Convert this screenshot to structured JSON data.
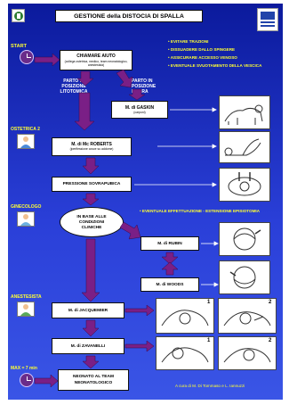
{
  "title": "GESTIONE della DISTOCIA DI SPALLA",
  "start_label": "START",
  "chiamare": {
    "title": "CHIAMARE AIUTO",
    "sub": "(collega ostetrica, medico, team neonatologico, anestesista)"
  },
  "bullets": [
    "• EVITARE TRAZIONI",
    "• DISSUADERE DALLO SPINGERE",
    "• ASSICURARE ACCESSO VENOSO",
    "• EVENTUALE SVUOTAMENTO DELLA VESCICA"
  ],
  "parto_litotomica": "PARTO IN POSIZIONE LITOTOMICA",
  "parto_libera": "PARTO IN POSIZIONE LIBERA",
  "gaskin": {
    "title": "M. di GASKIN",
    "sub": "(carponi)"
  },
  "ostetrica_label": "OSTETRICA 2",
  "mcroberts": {
    "title": "M. di Mc ROBERTS",
    "sub": "(iperflessione cosce su addome)"
  },
  "pressione": "PRESSIONE SOVRAPUBICA",
  "ginecologo_label": "GINECOLOGO",
  "in_base": "IN BASE ALLE CONDIZIONI CLINICHE",
  "episiotomia": "• EVENTUALE EFFETTUAZIONE - ESTENSIONE EPISIOTOMIA",
  "rubin": "M. di RUBIN",
  "woods": "M. di WOODS",
  "anestesista_label": "ANESTESISTA",
  "jacquemier": "M. di JACQUEMIER",
  "zavanelli": "M. di ZAVANELLI",
  "max_label": "MAX = 7 min",
  "neonato": "NEONATO AL TEAM NEONATOLOGICO",
  "credits": "A cura di M. Di Tommaso e L. Iannuzzi",
  "step_numbers": [
    "1",
    "2",
    "1",
    "2"
  ],
  "colors": {
    "background": "#1e32c8",
    "arrow": "#7a1f86",
    "bullet_text": "#ffff33"
  }
}
